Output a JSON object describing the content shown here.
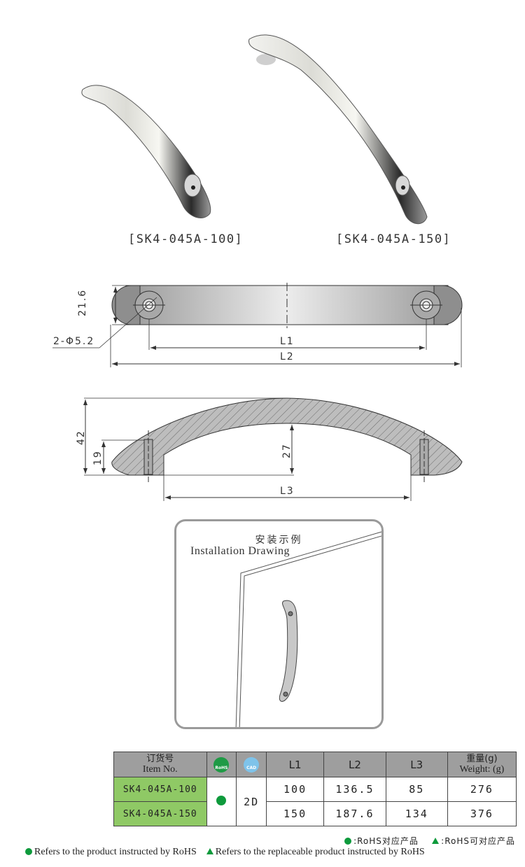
{
  "products": [
    {
      "caption": "[SK4-045A-100]"
    },
    {
      "caption": "[SK4-045A-150]"
    }
  ],
  "top_view": {
    "height_dim": "21.6",
    "hole_dim": "2-Φ5.2",
    "l1_label": "L1",
    "l2_label": "L2"
  },
  "side_view": {
    "overall_height": "42",
    "end_height": "19",
    "inner_height": "27",
    "l3_label": "L3"
  },
  "installation": {
    "title_cn": "安装示例",
    "title_en": "Installation Drawing"
  },
  "table": {
    "headers": {
      "item_cn": "订货号",
      "item_en": "Item No.",
      "rohs_icon_text": "RoHS",
      "cad_icon_text": "CAD",
      "l1": "L1",
      "l2": "L2",
      "l3": "L3",
      "weight_cn": "重量(g)",
      "weight_en": "Weight: (g)"
    },
    "cad": "2D",
    "rows": [
      {
        "item": "SK4-045A-100",
        "l1": "100",
        "l2": "136.5",
        "l3": "85",
        "weight": "276"
      },
      {
        "item": "SK4-045A-150",
        "l1": "150",
        "l2": "187.6",
        "l3": "134",
        "weight": "376"
      }
    ]
  },
  "legend": {
    "cn_rohs": ":RoHS对应产品",
    "cn_replaceable": ":RoHS可对应产品",
    "en_rohs": "Refers to the product instructed by RoHS",
    "en_replaceable": "Refers to the replaceable product instructed by RoHS",
    "colors": {
      "rohs_green": "#0e9a3c",
      "item_cell": "#8fc965",
      "header_gray": "#9e9e9e"
    }
  }
}
